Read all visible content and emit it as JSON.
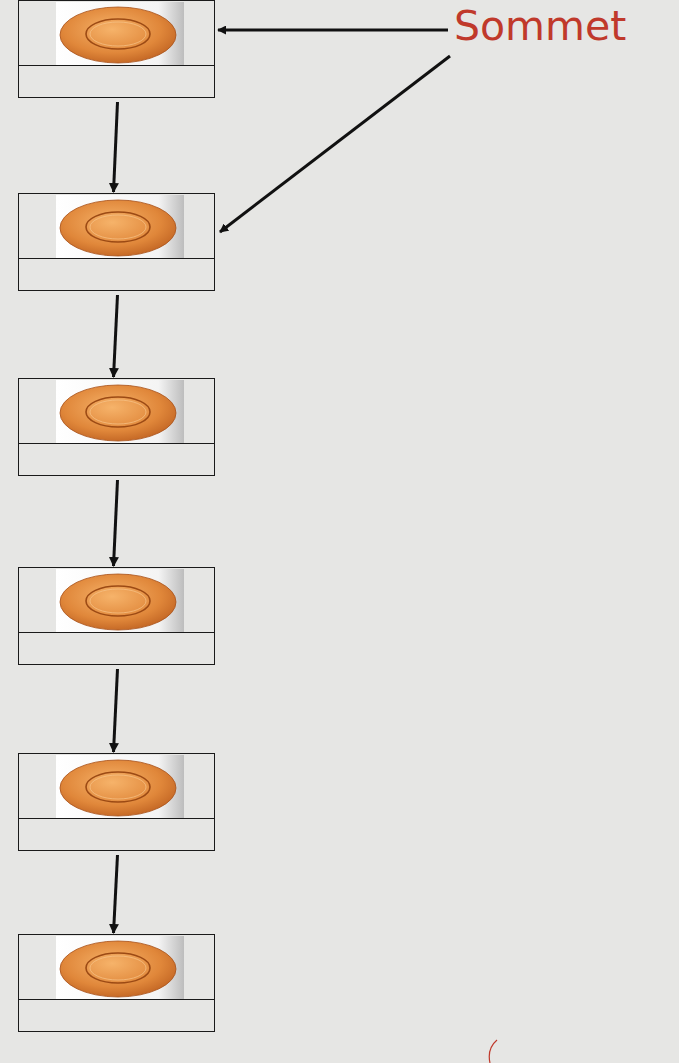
{
  "diagram": {
    "nodes": [
      {
        "text": []
      },
      {
        "text": []
      },
      {
        "text": []
      },
      {
        "text": []
      },
      {
        "text": []
      },
      {
        "text": []
      }
    ],
    "edges": [
      {
        "from": 0,
        "to": 1,
        "arrow": "to"
      },
      {
        "from": 1,
        "to": 2,
        "arrow": "to"
      },
      {
        "from": 2,
        "to": 3,
        "arrow": "to"
      },
      {
        "from": 3,
        "to": 4,
        "arrow": "to"
      },
      {
        "from": 4,
        "to": 5,
        "arrow": "to"
      }
    ],
    "labels": [
      "Sommet"
    ]
  }
}
